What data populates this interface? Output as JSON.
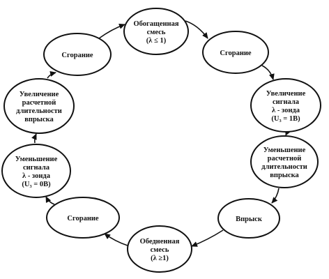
{
  "nodes": [
    {
      "id": "rich-mixture",
      "lines": [
        "Обогащенная",
        "смесь",
        "(λ ≤ 1)"
      ]
    },
    {
      "id": "combustion-1",
      "lines": [
        "Сгорание"
      ]
    },
    {
      "id": "probe-signal-up",
      "lines": [
        "Увеличение",
        "сигнала",
        "λ - зонда",
        "(U₃ = 1B)"
      ]
    },
    {
      "id": "injection-time-down",
      "lines": [
        "Уменьшение",
        "расчетной",
        "длительности",
        "впрыска"
      ]
    },
    {
      "id": "injection",
      "lines": [
        "Впрыск"
      ]
    },
    {
      "id": "lean-mixture",
      "lines": [
        "Обедненная",
        "смесь",
        "(λ ≥1)"
      ]
    },
    {
      "id": "combustion-2",
      "lines": [
        "Сгорание"
      ]
    },
    {
      "id": "probe-signal-down",
      "lines": [
        "Уменьшение",
        "сигнала",
        "λ - зонда",
        "(U₃ = 0B)"
      ]
    },
    {
      "id": "injection-time-up",
      "lines": [
        "Увеличение",
        "расчетной",
        "длительности",
        "впрыска"
      ]
    },
    {
      "id": "combustion-3",
      "lines": [
        "Сгорание"
      ]
    }
  ]
}
